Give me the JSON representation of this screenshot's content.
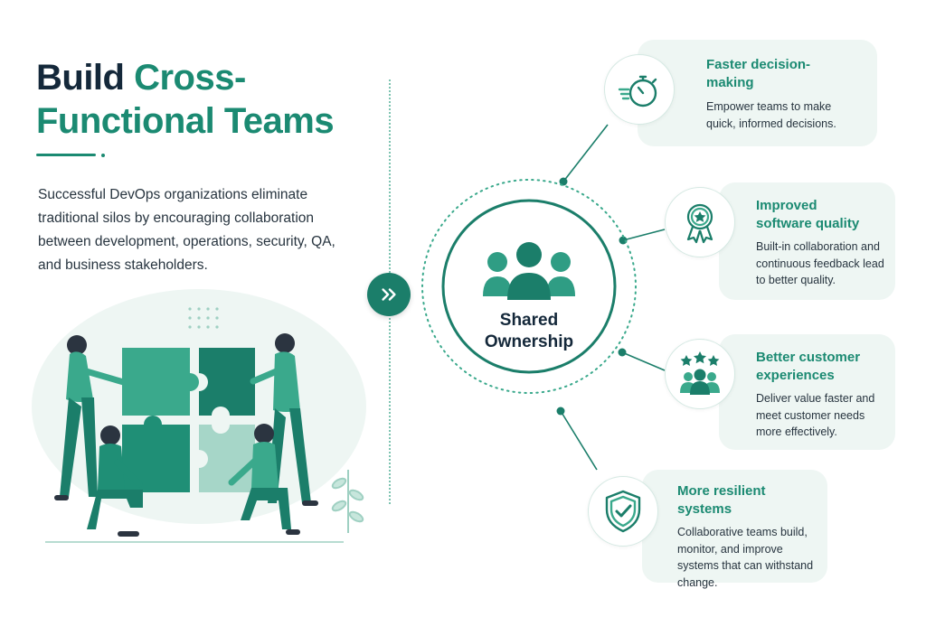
{
  "header": {
    "title_line1_dark": "Build ",
    "title_line1_accent": "Cross-",
    "title_line2_accent": "Functional Teams"
  },
  "intro": {
    "text": "Successful DevOps organizations eliminate traditional silos by encouraging collaboration between development, operations, security, QA, and business stakeholders."
  },
  "hub": {
    "label_line1": "Shared",
    "label_line2": "Ownership"
  },
  "benefits": [
    {
      "title": "Faster decision-making",
      "description": "Empower teams to make quick, informed decisions.",
      "icon": "stopwatch-icon"
    },
    {
      "title": "Improved software quality",
      "description": "Built-in collaboration and continuous feedback lead to better quality.",
      "icon": "award-ribbon-icon"
    },
    {
      "title": "Better customer experiences",
      "description": "Deliver value faster and meet customer needs more effectively.",
      "icon": "stars-people-icon"
    },
    {
      "title": "More resilient systems",
      "description": "Collaborative teams build, monitor, and improve systems that can withstand change.",
      "icon": "shield-check-icon"
    }
  ],
  "colors": {
    "accent": "#1b8a72",
    "accent_dark": "#1b7e6a",
    "card_bg": "#eef6f3",
    "title_dark": "#14283a"
  }
}
